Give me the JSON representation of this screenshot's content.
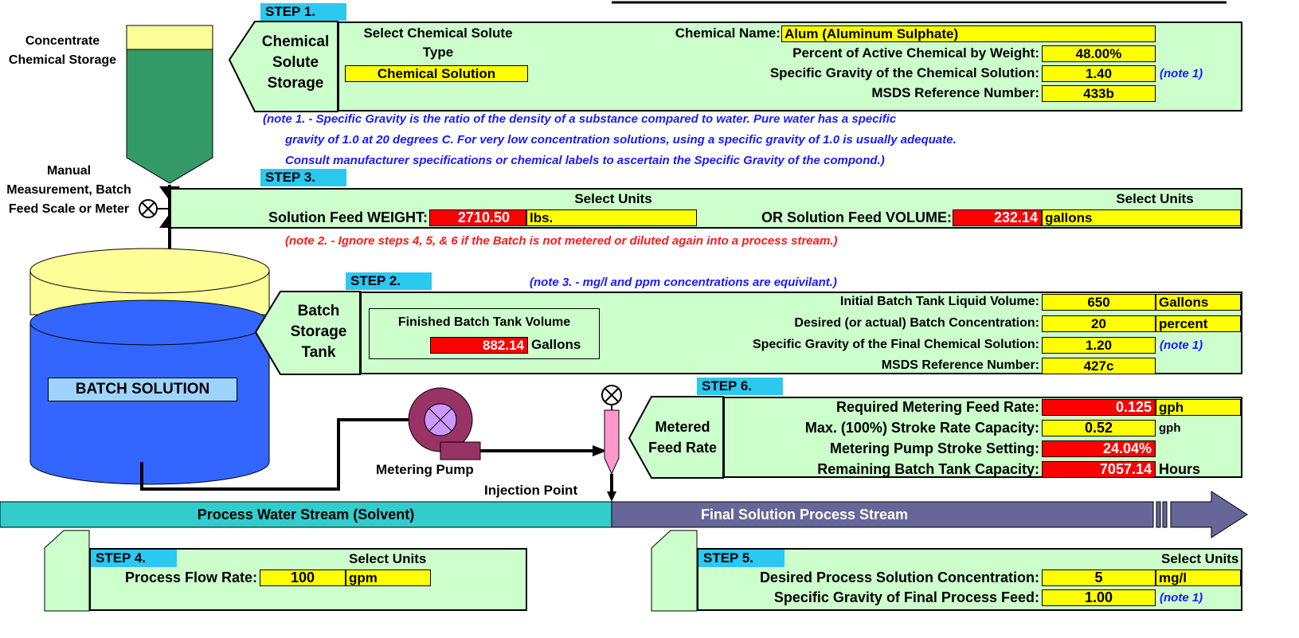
{
  "storage": {
    "label": "Concentrate Chemical Storage",
    "valve_label": "Manual Measurement, Batch Feed Scale or Meter"
  },
  "step1": {
    "step": "STEP 1.",
    "tag": "Chemical Solute Storage",
    "select_title": "Select Chemical Solute Type",
    "solute_type": "Chemical Solution",
    "chem_name_label": "Chemical Name:",
    "chem_name": "Alum (Aluminum Sulphate)",
    "pct_label": "Percent of Active Chemical by Weight:",
    "pct_value": "48.00%",
    "sg_label": "Specific Gravity of the Chemical Solution:",
    "sg_value": "1.40",
    "sg_note": "(note 1)",
    "msds_label": "MSDS Reference Number:",
    "msds_value": "433b"
  },
  "note1": [
    "(note 1. - Specific Gravity is the ratio of the density of a substance compared to water.  Pure water has a specific",
    "gravity of 1.0 at 20 degrees C.  For very low concentration solutions, using a specific gravity of 1.0 is usually adequate.",
    "Consult manufacturer specifications or chemical labels to ascertain the Specific Gravity of the compond.)"
  ],
  "step3": {
    "step": "STEP 3.",
    "units_label": "Select Units",
    "weight_label": "Solution Feed WEIGHT:",
    "weight_value": "2710.50",
    "weight_unit": "lbs.",
    "units_label2": "Select Units",
    "volume_label": "OR Solution Feed VOLUME:",
    "volume_value": "232.14",
    "volume_unit": "gallons"
  },
  "note2": "(note 2. - Ignore steps 4, 5, & 6 if the Batch is not metered or diluted again into a process stream.)",
  "step2": {
    "step": "STEP 2.",
    "note3": "(note 3. - mg/l and ppm concentrations are equivilant.)",
    "tag": "Batch Storage Tank",
    "finished_label": "Finished Batch Tank Volume",
    "finished_value": "882.14",
    "finished_unit": "Gallons",
    "initial_label": "Initial Batch Tank Liquid Volume:",
    "initial_value": "650",
    "initial_unit": "Gallons",
    "conc_label": "Desired (or actual) Batch Concentration:",
    "conc_value": "20",
    "conc_unit": "percent",
    "sg_label": "Specific Gravity of the Final Chemical Solution:",
    "sg_value": "1.20",
    "sg_note": "(note 1)",
    "msds_label": "MSDS Reference Number:",
    "msds_value": "427c"
  },
  "tank": {
    "label": "BATCH SOLUTION"
  },
  "pump": {
    "label": "Metering Pump",
    "injection": "Injection Point"
  },
  "step6": {
    "step": "STEP 6.",
    "tag": "Metered Feed Rate",
    "req_label": "Required Metering Feed Rate:",
    "req_value": "0.125",
    "req_unit": "gph",
    "max_label": "Max. (100%) Stroke Rate Capacity:",
    "max_value": "0.52",
    "max_unit": "gph",
    "stroke_label": "Metering Pump Stroke Setting:",
    "stroke_value": "24.04%",
    "remain_label": "Remaining Batch Tank Capacity:",
    "remain_value": "7057.14",
    "remain_unit": "Hours"
  },
  "streams": {
    "process": "Process Water Stream (Solvent)",
    "final": "Final Solution Process Stream"
  },
  "step4": {
    "step": "STEP 4.",
    "units_label": "Select Units",
    "flow_label": "Process Flow Rate:",
    "flow_value": "100",
    "flow_unit": "gpm"
  },
  "step5": {
    "step": "STEP 5.",
    "units_label": "Select Units",
    "conc_label": "Desired Process Solution Concentration:",
    "conc_value": "5",
    "conc_unit": "mg/l",
    "sg_label": "Specific Gravity of Final Process Feed:",
    "sg_value": "1.00",
    "sg_note": "(note 1)"
  },
  "colors": {
    "panel": "#ccffcc",
    "input": "#ffff00",
    "output": "#ff0000",
    "step": "#2bc8f0",
    "process_stream": "#33cccc",
    "final_stream": "#666699"
  }
}
